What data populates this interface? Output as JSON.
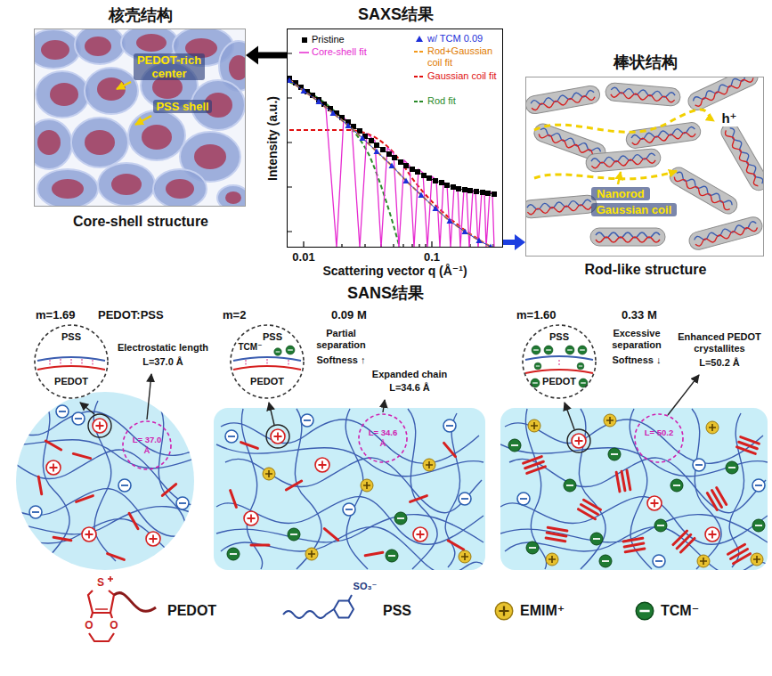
{
  "diagram": {
    "nodes": [
      {
        "text": [
          "核壳结构",
          "Core-shell structure"
        ]
      },
      {
        "text": [
          "SAXS结果"
        ]
      },
      {
        "text": [
          "棒状结构",
          "Rod-like structure"
        ]
      },
      {
        "text": [
          "PSS",
          "PEDOT"
        ]
      },
      {
        "text": [
          "L= 37.0 Å"
        ]
      },
      {
        "text": [
          "PSS",
          "TCM⁻",
          "PEDOT"
        ]
      },
      {
        "text": [
          "L= 34.6 Å"
        ]
      },
      {
        "text": [
          "PSS",
          "PEDOT"
        ]
      },
      {
        "text": [
          "L= 50.2"
        ]
      }
    ],
    "edges": [
      {
        "from": 1,
        "to": 0,
        "arrow": "to"
      },
      {
        "from": 1,
        "to": 2,
        "arrow": "to"
      }
    ],
    "labels": [
      "PEDOT-rich center",
      "PSS shell",
      "Intensity (a.u.)",
      "0.01",
      "0.1",
      "Scattering vector q (Å⁻¹)",
      "h⁺",
      "Nanorod",
      "Gaussian coil",
      "SANS结果",
      "m=1.69",
      "PEDOT:PSS",
      "Electrostatic length",
      "L=37.0 Å",
      "m=2",
      "0.09 M",
      "Partial separation",
      "Softness ↑",
      "Expanded chain",
      "L=34.6 Å",
      "m=1.60",
      "0.33 M",
      "Excessive separation",
      "Softness ↓",
      "Enhanced PEDOT crystallites",
      "L=50.2 Å",
      "S",
      "O",
      "O",
      "SO₃⁻"
    ],
    "legend": [
      {
        "text": "Pristine"
      },
      {
        "text": "Core-shell fit"
      },
      {
        "text": "w/ TCM 0.09"
      },
      {
        "text": "Rod+Gaussian coil fit"
      },
      {
        "text": "Gaussian coil fit"
      },
      {
        "text": "Rod fit"
      },
      {
        "text": "PEDOT"
      },
      {
        "text": "PSS"
      },
      {
        "text": "EMIM⁺"
      },
      {
        "text": "TCM⁻"
      }
    ]
  }
}
